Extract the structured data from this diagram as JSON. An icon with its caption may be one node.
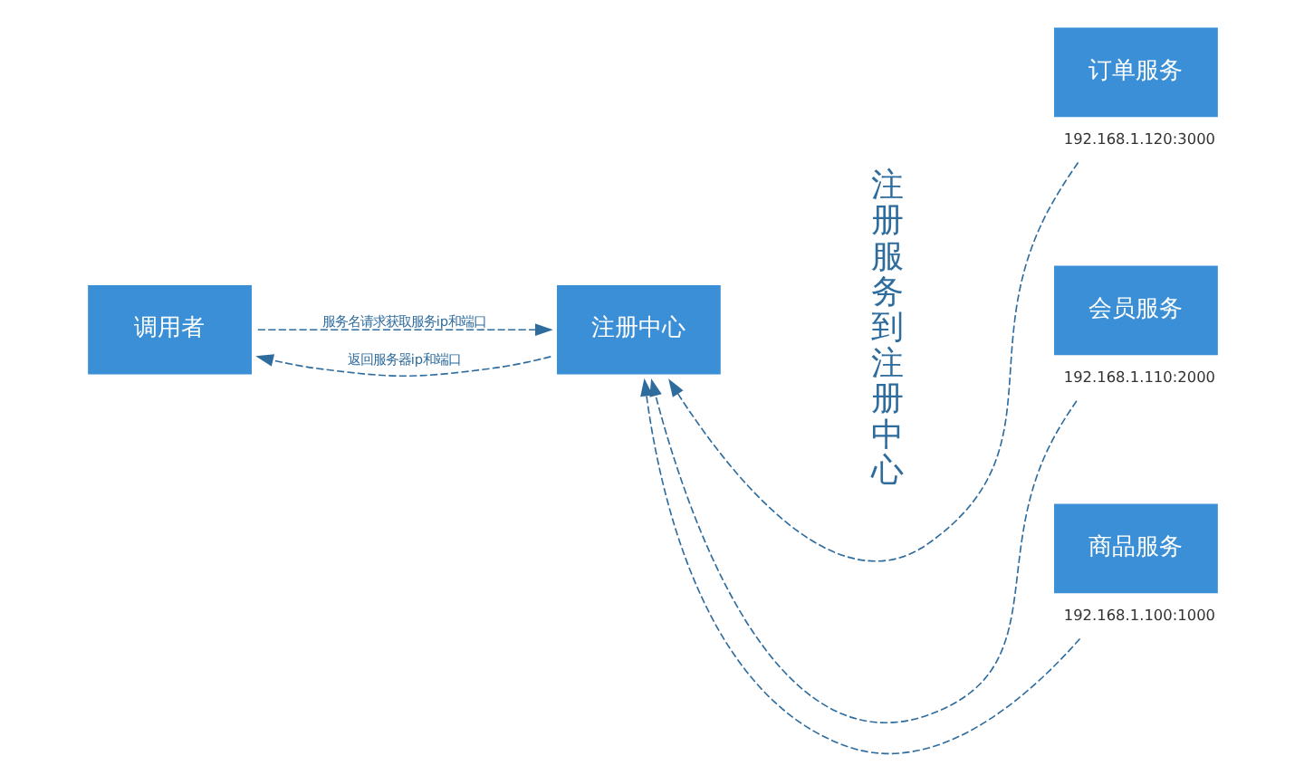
{
  "diagram": {
    "nodes": [
      {
        "text": [
          "调用者"
        ]
      },
      {
        "text": [
          "注册中心"
        ]
      },
      {
        "text": [
          "订单服务"
        ],
        "beside": [
          "192.168.1.120:3000"
        ]
      },
      {
        "text": [
          "会员服务"
        ],
        "beside": [
          "192.168.1.110:2000"
        ]
      },
      {
        "text": [
          "商品服务"
        ],
        "beside": [
          "192.168.1.100:1000"
        ]
      }
    ],
    "edges": [
      {
        "from": 0,
        "to": 1,
        "arrow": "to",
        "label": "服务名请求获取服务ip和端口",
        "style": "dashed"
      },
      {
        "from": 1,
        "to": 0,
        "arrow": "to",
        "label": "返回服务器ip和端口",
        "style": "dashed"
      },
      {
        "from": 2,
        "to": 1,
        "arrow": "to",
        "style": "dashed"
      },
      {
        "from": 3,
        "to": 1,
        "arrow": "to",
        "style": "dashed"
      },
      {
        "from": 4,
        "to": 1,
        "arrow": "to",
        "style": "dashed"
      }
    ],
    "labels": [
      "注册服务到注册中心"
    ]
  }
}
